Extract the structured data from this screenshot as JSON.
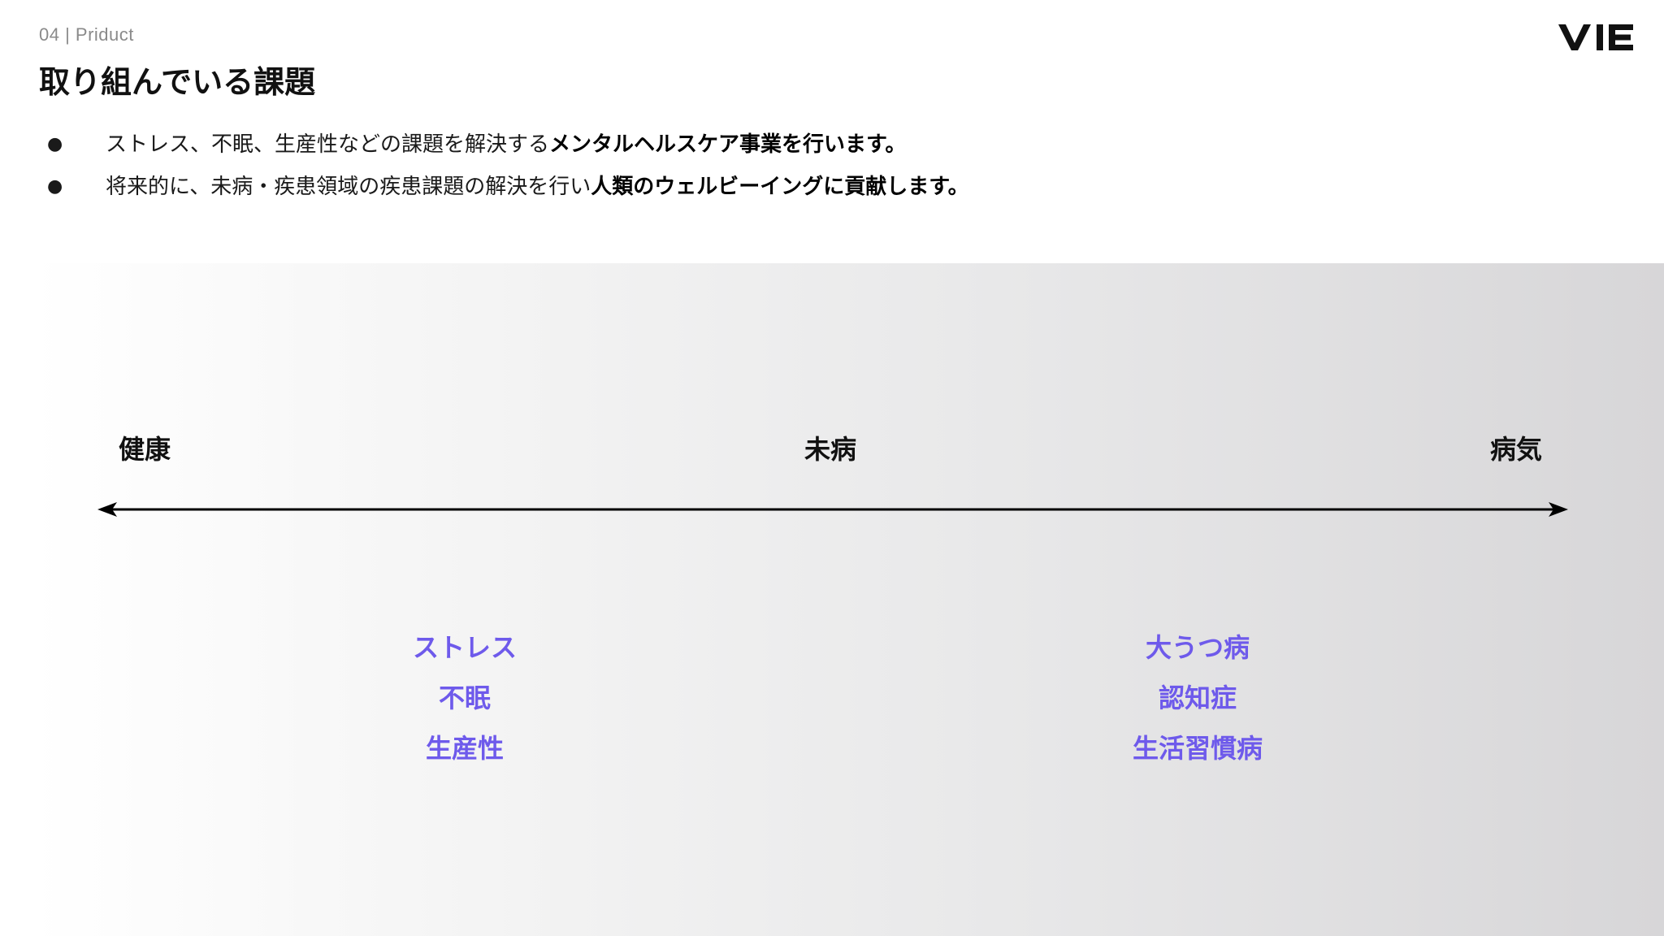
{
  "header": {
    "breadcrumb": "04 | Priduct",
    "title": "取り組んでいる課題",
    "logo_text": "VIE"
  },
  "bullets": [
    {
      "marker": "●",
      "text": "ストレス、不眠、生産性などの課題を解決する",
      "emphasis": "メンタルヘルスケア事業を行います。"
    },
    {
      "marker": "●",
      "text": "将来的に、未病・疾患領域の疾患課題の解決を行い",
      "emphasis": "人類のウェルビーイングに貢献します。"
    }
  ],
  "spectrum": {
    "labels": {
      "left": "健康",
      "center": "未病",
      "right": "病気"
    },
    "axis": {
      "arrows": "both",
      "color": "#000000"
    },
    "groups": [
      {
        "items": [
          "ストレス",
          "不眠",
          "生産性"
        ]
      },
      {
        "items": [
          "大うつ病",
          "認知症",
          "生活習慣病"
        ]
      }
    ]
  },
  "colors": {
    "accent": "#6E5AEB",
    "text": "#111111",
    "muted": "#8A8A8A",
    "panel_gradient_start": "#FFFFFF",
    "panel_gradient_end": "#D7D6D8"
  }
}
